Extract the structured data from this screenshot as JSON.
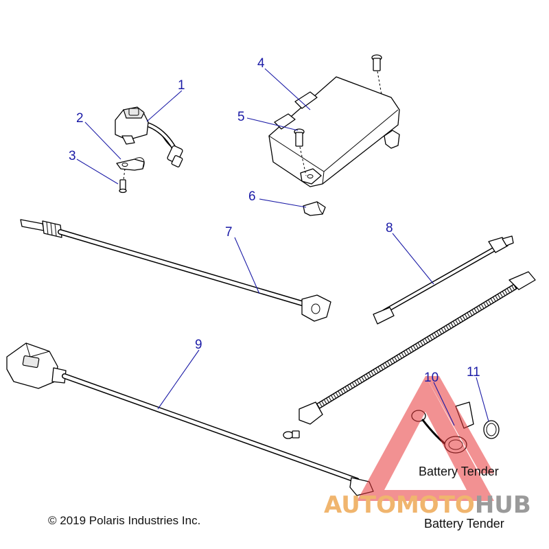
{
  "callouts": [
    "1",
    "2",
    "3",
    "4",
    "5",
    "6",
    "7",
    "8",
    "9",
    "10",
    "11"
  ],
  "copyright": "© 2019 Polaris Industries Inc.",
  "watermark": {
    "label_top": "Battery Tender",
    "label_bottom": "Battery Tender",
    "brand_part_1": "AUTOMOTO",
    "brand_part_2": "HUB",
    "triangle_color": "#e8383a",
    "brand_color_1": "#f0b56e",
    "brand_color_2": "#9a9a9a"
  },
  "colors": {
    "callout": "#1a1aa6",
    "line_art": "#000000",
    "background": "#ffffff"
  }
}
